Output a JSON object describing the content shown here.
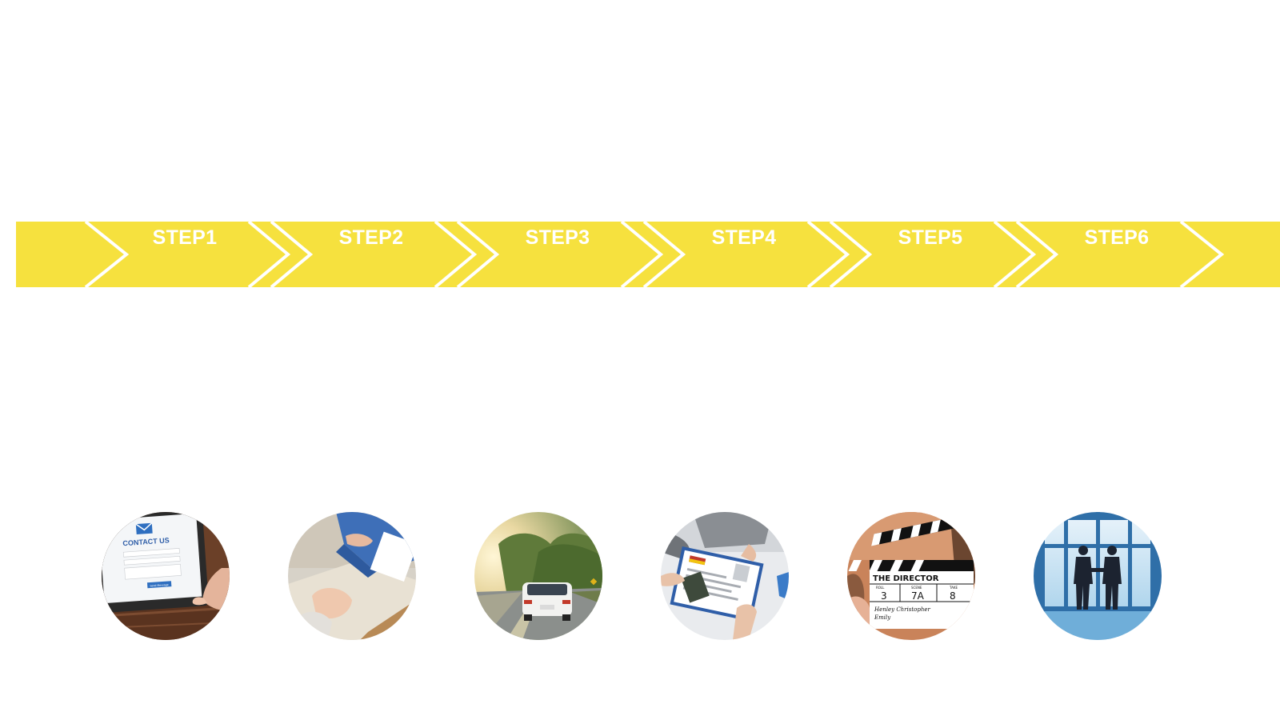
{
  "steps": [
    {
      "label": "STEP1",
      "image": "contact-us-tablet-photo"
    },
    {
      "label": "STEP2",
      "image": "consultation-hands-photo"
    },
    {
      "label": "STEP3",
      "image": "car-on-road-photo"
    },
    {
      "label": "STEP4",
      "image": "document-handover-photo"
    },
    {
      "label": "STEP5",
      "image": "clapperboard-photo"
    },
    {
      "label": "STEP6",
      "image": "handshake-silhouette-photo"
    }
  ],
  "images": {
    "contact_us": {
      "heading": "CONTACT US",
      "button": "Send Message"
    },
    "clapperboard": {
      "title": "THE DIRECTOR",
      "roll_label": "ROLL",
      "scene_label": "SCENE",
      "take_label": "TAKE",
      "roll": "3",
      "scene": "7A",
      "take": "8",
      "director": "Henley Christopher",
      "camera": "Emily"
    }
  },
  "colors": {
    "banner": "#f6e13e",
    "chevron_stroke": "#ffffff",
    "label": "#ffffff"
  }
}
